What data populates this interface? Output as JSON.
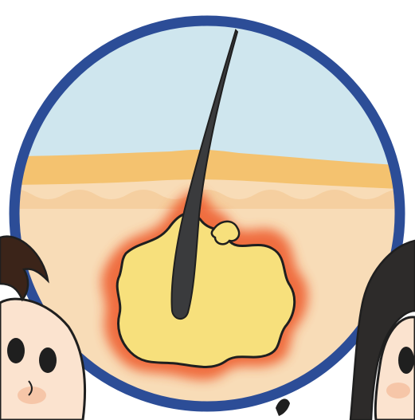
{
  "illustration": {
    "subject": "ingrown-hair-follicle-infection",
    "colors": {
      "background": "#ffffff",
      "ring": "#2c4d97",
      "sky": "#cfe6ee",
      "skin_surface": "#f4c26f",
      "skin_body": "#f8dcb7",
      "skin_wave": "#f5cfa0",
      "pus": "#f7e07c",
      "inflammation": "#ee5a2a",
      "hair": "#3a3b3d",
      "outline": "#1f1f1f",
      "face_skin": "#fbe3cf",
      "cheek": "#f6c6a8",
      "hair_left": "#3b2419",
      "hair_right": "#2d2b2a"
    },
    "icons": [
      "magnifier-circle",
      "hair-strand",
      "pus-blob",
      "boy-face",
      "girl-face"
    ]
  }
}
